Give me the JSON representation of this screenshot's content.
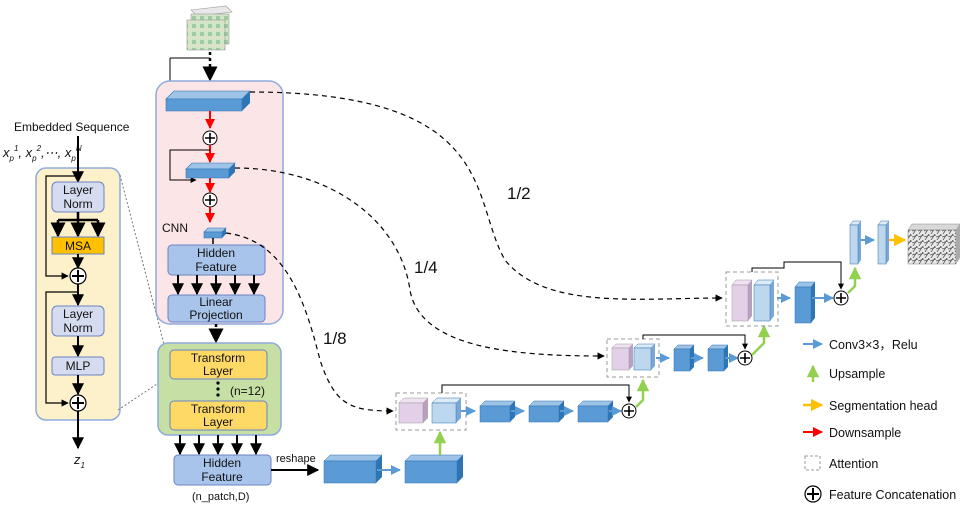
{
  "transformer": {
    "input_title": "Embedded Sequence",
    "input_tokens": "x",
    "layer_norm_1": [
      "Layer",
      "Norm"
    ],
    "msa": "MSA",
    "layer_norm_2": [
      "Layer",
      "Norm"
    ],
    "mlp": "MLP",
    "output": "z"
  },
  "encoder": {
    "cnn_label": "CNN",
    "hidden_feature_top": [
      "Hidden",
      "Feature"
    ],
    "linear_projection": [
      "Linear",
      "Projection"
    ],
    "transform_layer_1": [
      "Transform",
      "Layer"
    ],
    "transform_layer_2": [
      "Transform",
      "Layer"
    ],
    "repeat_count": "(n=12)",
    "hidden_feature_bottom": [
      "Hidden",
      "Feature"
    ],
    "shape_label": "(n_patch,D)",
    "reshape_label": "reshape"
  },
  "skip_ratios": [
    "1/2",
    "1/4",
    "1/8"
  ],
  "legend": [
    {
      "label": "Conv3×3，Relu",
      "type": "arrow",
      "color": "#5b9bd5"
    },
    {
      "label": "Upsample",
      "type": "arrow-up",
      "color": "#92d050"
    },
    {
      "label": "Segmentation head",
      "type": "arrow",
      "color": "#ffc000"
    },
    {
      "label": "Downsample",
      "type": "arrow",
      "color": "#ff0000"
    },
    {
      "label": "Attention",
      "type": "dashed-box",
      "color": "#999999"
    },
    {
      "label": "Feature Concatenation",
      "type": "plus",
      "color": "#000000"
    }
  ],
  "colors": {
    "block_blue": "#5b9bd5",
    "light_blue": "#bdd7ee",
    "pink": "#e4cfe9",
    "encoder_panel": "#fbe5e6",
    "transformer_panel": "#fdf1cc",
    "transform_panel": "#c6dfa5",
    "layer_orange": "#ffd966"
  }
}
